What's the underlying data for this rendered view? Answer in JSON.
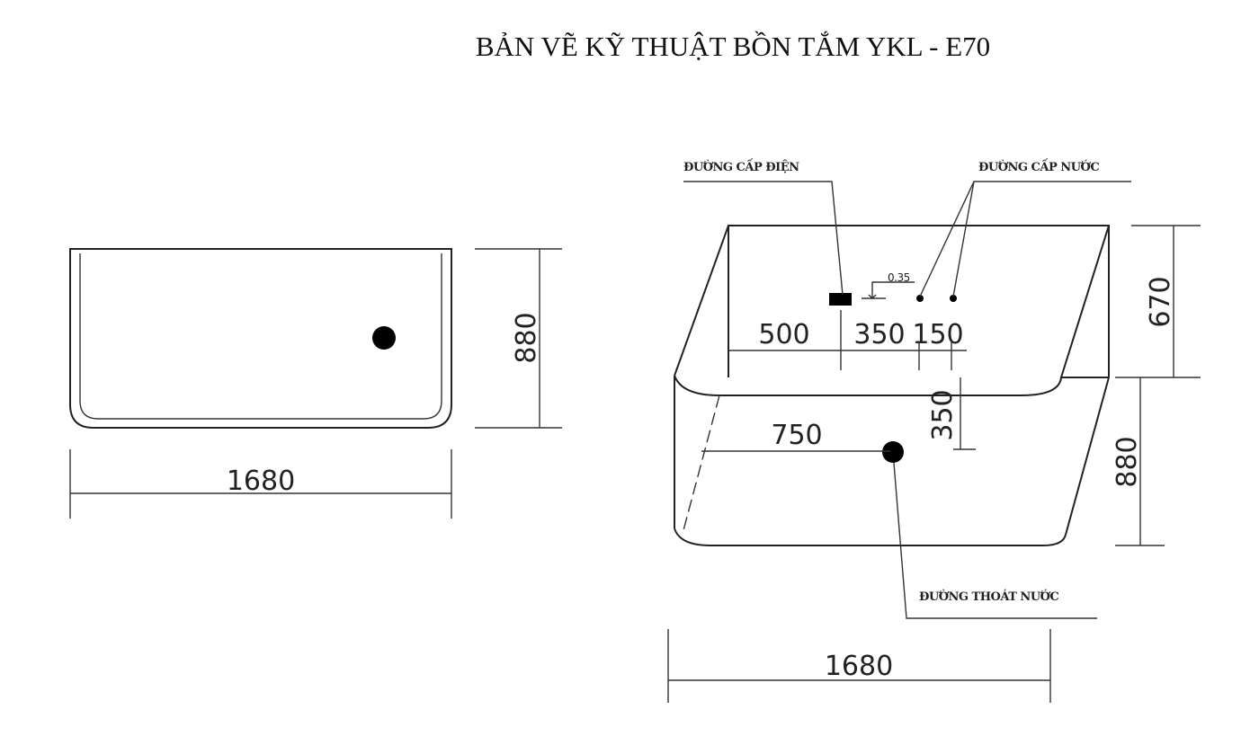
{
  "title": "BẢN VẼ KỸ THUẬT BỒN TẮM YKL - E70",
  "top_view": {
    "dim_length": "1680",
    "dim_width": "880"
  },
  "perspective_view": {
    "labels": {
      "power_line": "ĐƯỜNG CẤP ĐIỆN",
      "water_supply": "ĐƯỜNG CẤP  NƯỚC",
      "drain": "ĐƯỜNG THOÁT NƯỚC"
    },
    "level_mark": "0.35",
    "dims": {
      "d500": "500",
      "d350_h": "350",
      "d150": "150",
      "d670": "670",
      "d880": "880",
      "d350_v": "350",
      "d750": "750",
      "d1680": "1680"
    }
  }
}
